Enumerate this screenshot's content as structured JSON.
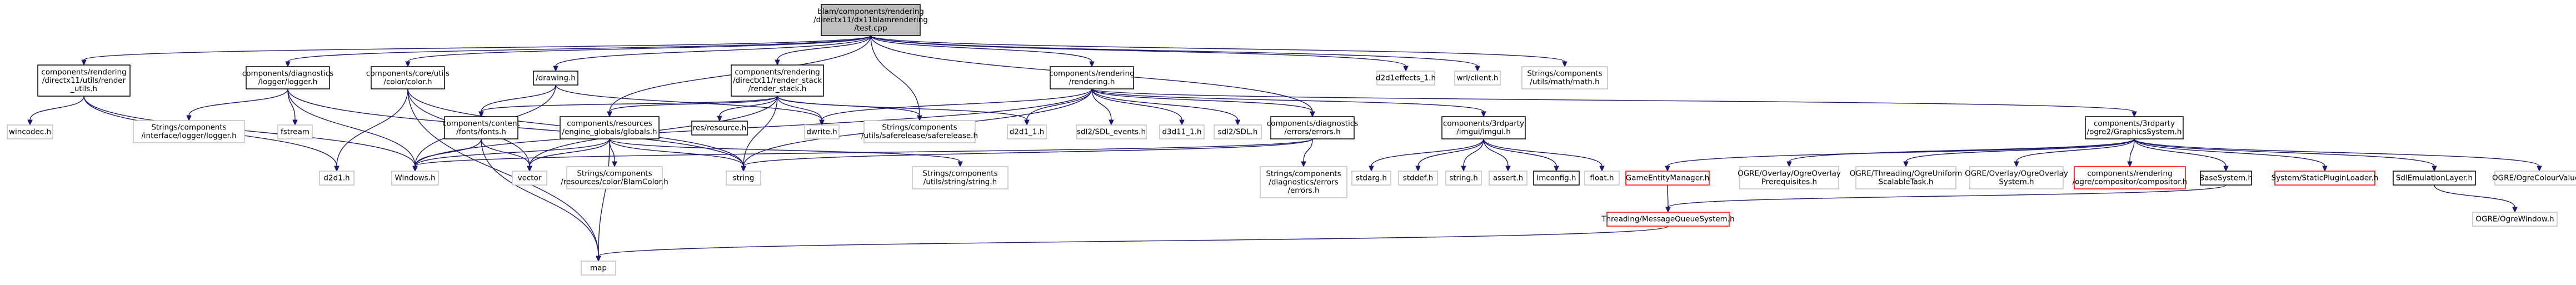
{
  "diagram": {
    "type": "include-dependency-graph",
    "colors": {
      "edge": "#191970",
      "root_fill": "#bfbfbf",
      "root_border": "#000000",
      "node_border": "#000000",
      "missing_border": "#ff0000",
      "ghost_border": "#bfbfbf",
      "ghost_text": "#808080",
      "text": "#000000"
    },
    "nodes": [
      {
        "id": "root",
        "lines": [
          "blam/components/rendering",
          "/directx11/dx11blamrendering",
          "/test.cpp"
        ],
        "style": "root"
      },
      {
        "id": "render_utils",
        "lines": [
          "components/rendering",
          "/directx11/utils/render",
          "_utils.h"
        ],
        "style": "normal"
      },
      {
        "id": "logger",
        "lines": [
          "components/diagnostics",
          "/logger/logger.h"
        ],
        "style": "normal"
      },
      {
        "id": "colorh",
        "lines": [
          "components/core/utils",
          "/color/color.h"
        ],
        "style": "normal"
      },
      {
        "id": "drawing",
        "lines": [
          "/drawing.h"
        ],
        "style": "normal"
      },
      {
        "id": "render_stack",
        "lines": [
          "components/rendering",
          "/directx11/render_stack",
          "/render_stack.h"
        ],
        "style": "normal"
      },
      {
        "id": "rendering",
        "lines": [
          "components/rendering",
          "/rendering.h"
        ],
        "style": "normal"
      },
      {
        "id": "d2d1effects",
        "lines": [
          "d2d1effects_1.h"
        ],
        "style": "ghost"
      },
      {
        "id": "wrl",
        "lines": [
          "wrl/client.h"
        ],
        "style": "ghost"
      },
      {
        "id": "mathh",
        "lines": [
          "Strings/components",
          "/utils/math/math.h"
        ],
        "style": "ghost"
      },
      {
        "id": "wincodec",
        "lines": [
          "wincodec.h"
        ],
        "style": "ghost"
      },
      {
        "id": "ifacelogger",
        "lines": [
          "Strings/components",
          "/interface/logger/logger.h"
        ],
        "style": "ghost"
      },
      {
        "id": "fstream",
        "lines": [
          "fstream"
        ],
        "style": "ghost"
      },
      {
        "id": "fonts",
        "lines": [
          "components/content",
          "/fonts/fonts.h"
        ],
        "style": "normal"
      },
      {
        "id": "globals",
        "lines": [
          "components/resources",
          "/engine_globals/globals.h"
        ],
        "style": "normal"
      },
      {
        "id": "resource",
        "lines": [
          "res/resource.h"
        ],
        "style": "normal"
      },
      {
        "id": "dwrite",
        "lines": [
          "dwrite.h"
        ],
        "style": "ghost"
      },
      {
        "id": "safe_release",
        "lines": [
          "Strings/components",
          "/utils/saferelease/saferelease.h"
        ],
        "style": "ghost"
      },
      {
        "id": "d2d1_1",
        "lines": [
          "d2d1_1.h"
        ],
        "style": "ghost"
      },
      {
        "id": "sdl_events",
        "lines": [
          "sdl2/SDL_events.h"
        ],
        "style": "ghost"
      },
      {
        "id": "d3d11",
        "lines": [
          "d3d11_1.h"
        ],
        "style": "ghost"
      },
      {
        "id": "sdl",
        "lines": [
          "sdl2/SDL.h"
        ],
        "style": "ghost"
      },
      {
        "id": "errors",
        "lines": [
          "components/diagnostics",
          "/errors/errors.h"
        ],
        "style": "normal"
      },
      {
        "id": "imgui",
        "lines": [
          "components/3rdparty",
          "/imgui/imgui.h"
        ],
        "style": "normal"
      },
      {
        "id": "graphics_system",
        "lines": [
          "components/3rdparty",
          "/ogre2/GraphicsSystem.h"
        ],
        "style": "normal"
      },
      {
        "id": "d2d1",
        "lines": [
          "d2d1.h"
        ],
        "style": "ghost"
      },
      {
        "id": "windows",
        "lines": [
          "Windows.h"
        ],
        "style": "ghost"
      },
      {
        "id": "vector",
        "lines": [
          "vector"
        ],
        "style": "ghost"
      },
      {
        "id": "blamcolor",
        "lines": [
          "Strings/components",
          "/resources/color/BlamColor.h"
        ],
        "style": "ghost"
      },
      {
        "id": "string",
        "lines": [
          "string"
        ],
        "style": "ghost"
      },
      {
        "id": "strstring",
        "lines": [
          "Strings/components",
          "/utils/string/string.h"
        ],
        "style": "ghost"
      },
      {
        "id": "errorsh",
        "lines": [
          "Strings/components",
          "/diagnostics/errors",
          "/errors.h"
        ],
        "style": "ghost"
      },
      {
        "id": "stdarg",
        "lines": [
          "stdarg.h"
        ],
        "style": "ghost"
      },
      {
        "id": "stddef",
        "lines": [
          "stddef.h"
        ],
        "style": "ghost"
      },
      {
        "id": "stringh",
        "lines": [
          "string.h"
        ],
        "style": "ghost"
      },
      {
        "id": "asserth",
        "lines": [
          "assert.h"
        ],
        "style": "ghost"
      },
      {
        "id": "imconfig",
        "lines": [
          "imconfig.h"
        ],
        "style": "normal"
      },
      {
        "id": "floath",
        "lines": [
          "float.h"
        ],
        "style": "ghost"
      },
      {
        "id": "game_entity",
        "lines": [
          "GameEntityManager.h"
        ],
        "style": "missing"
      },
      {
        "id": "overlay_prereq",
        "lines": [
          "OGRE/Overlay/OgreOverlay",
          "Prerequisites.h"
        ],
        "style": "ghost"
      },
      {
        "id": "uniform_task",
        "lines": [
          "OGRE/Threading/OgreUniform",
          "ScalableTask.h"
        ],
        "style": "ghost"
      },
      {
        "id": "overlay_system",
        "lines": [
          "OGRE/Overlay/OgreOverlay",
          "System.h"
        ],
        "style": "ghost"
      },
      {
        "id": "compositor",
        "lines": [
          "components/rendering",
          "/ogre/compositor/compositor.h"
        ],
        "style": "missing"
      },
      {
        "id": "basesystem",
        "lines": [
          "BaseSystem.h"
        ],
        "style": "normal"
      },
      {
        "id": "static_plugin",
        "lines": [
          "System/StaticPluginLoader.h"
        ],
        "style": "missing"
      },
      {
        "id": "sdl_emu",
        "lines": [
          "SdlEmulationLayer.h"
        ],
        "style": "normal"
      },
      {
        "id": "colourvalue",
        "lines": [
          "OGRE/OgreColourValue.h"
        ],
        "style": "ghost"
      },
      {
        "id": "mqsystem",
        "lines": [
          "Threading/MessageQueueSystem.h"
        ],
        "style": "missing"
      },
      {
        "id": "map",
        "lines": [
          "map"
        ],
        "style": "ghost"
      },
      {
        "id": "ogrewindow",
        "lines": [
          "OGRE/OgreWindow.h"
        ],
        "style": "ghost"
      }
    ],
    "edges": [
      [
        "root",
        "render_utils"
      ],
      [
        "root",
        "logger"
      ],
      [
        "root",
        "colorh"
      ],
      [
        "root",
        "drawing"
      ],
      [
        "root",
        "render_stack"
      ],
      [
        "root",
        "rendering"
      ],
      [
        "root",
        "d2d1effects"
      ],
      [
        "root",
        "wrl"
      ],
      [
        "root",
        "mathh"
      ],
      [
        "root",
        "safe_release"
      ],
      [
        "root",
        "errors"
      ],
      [
        "root",
        "globals"
      ],
      [
        "render_utils",
        "wincodec"
      ],
      [
        "render_utils",
        "d2d1"
      ],
      [
        "render_utils",
        "windows"
      ],
      [
        "logger",
        "ifacelogger"
      ],
      [
        "logger",
        "fstream"
      ],
      [
        "logger",
        "windows"
      ],
      [
        "logger",
        "string"
      ],
      [
        "colorh",
        "d2d1"
      ],
      [
        "colorh",
        "vector"
      ],
      [
        "colorh",
        "map"
      ],
      [
        "colorh",
        "string"
      ],
      [
        "drawing",
        "fonts"
      ],
      [
        "drawing",
        "dwrite"
      ],
      [
        "drawing",
        "windows"
      ],
      [
        "render_stack",
        "fonts"
      ],
      [
        "render_stack",
        "globals"
      ],
      [
        "render_stack",
        "resource"
      ],
      [
        "render_stack",
        "dwrite"
      ],
      [
        "render_stack",
        "safe_release"
      ],
      [
        "render_stack",
        "d2d1_1"
      ],
      [
        "render_stack",
        "string"
      ],
      [
        "render_stack",
        "vector"
      ],
      [
        "rendering",
        "dwrite"
      ],
      [
        "rendering",
        "d2d1_1"
      ],
      [
        "rendering",
        "sdl_events"
      ],
      [
        "rendering",
        "d3d11"
      ],
      [
        "rendering",
        "sdl"
      ],
      [
        "rendering",
        "errors"
      ],
      [
        "rendering",
        "imgui"
      ],
      [
        "rendering",
        "graphics_system"
      ],
      [
        "rendering",
        "windows"
      ],
      [
        "rendering",
        "string"
      ],
      [
        "fonts",
        "windows"
      ],
      [
        "fonts",
        "vector"
      ],
      [
        "fonts",
        "map"
      ],
      [
        "globals",
        "blamcolor"
      ],
      [
        "globals",
        "string"
      ],
      [
        "globals",
        "strstring"
      ],
      [
        "globals",
        "vector"
      ],
      [
        "globals",
        "map"
      ],
      [
        "globals",
        "windows"
      ],
      [
        "errors",
        "errorsh"
      ],
      [
        "errors",
        "string"
      ],
      [
        "errors",
        "windows"
      ],
      [
        "imgui",
        "stdarg"
      ],
      [
        "imgui",
        "stddef"
      ],
      [
        "imgui",
        "stringh"
      ],
      [
        "imgui",
        "asserth"
      ],
      [
        "imgui",
        "imconfig"
      ],
      [
        "imgui",
        "floath"
      ],
      [
        "graphics_system",
        "game_entity"
      ],
      [
        "graphics_system",
        "overlay_prereq"
      ],
      [
        "graphics_system",
        "uniform_task"
      ],
      [
        "graphics_system",
        "overlay_system"
      ],
      [
        "graphics_system",
        "compositor"
      ],
      [
        "graphics_system",
        "basesystem"
      ],
      [
        "graphics_system",
        "static_plugin"
      ],
      [
        "graphics_system",
        "sdl_emu"
      ],
      [
        "graphics_system",
        "colourvalue"
      ],
      [
        "game_entity",
        "mqsystem"
      ],
      [
        "basesystem",
        "mqsystem"
      ],
      [
        "sdl_emu",
        "ogrewindow"
      ],
      [
        "mqsystem",
        "map"
      ]
    ]
  }
}
